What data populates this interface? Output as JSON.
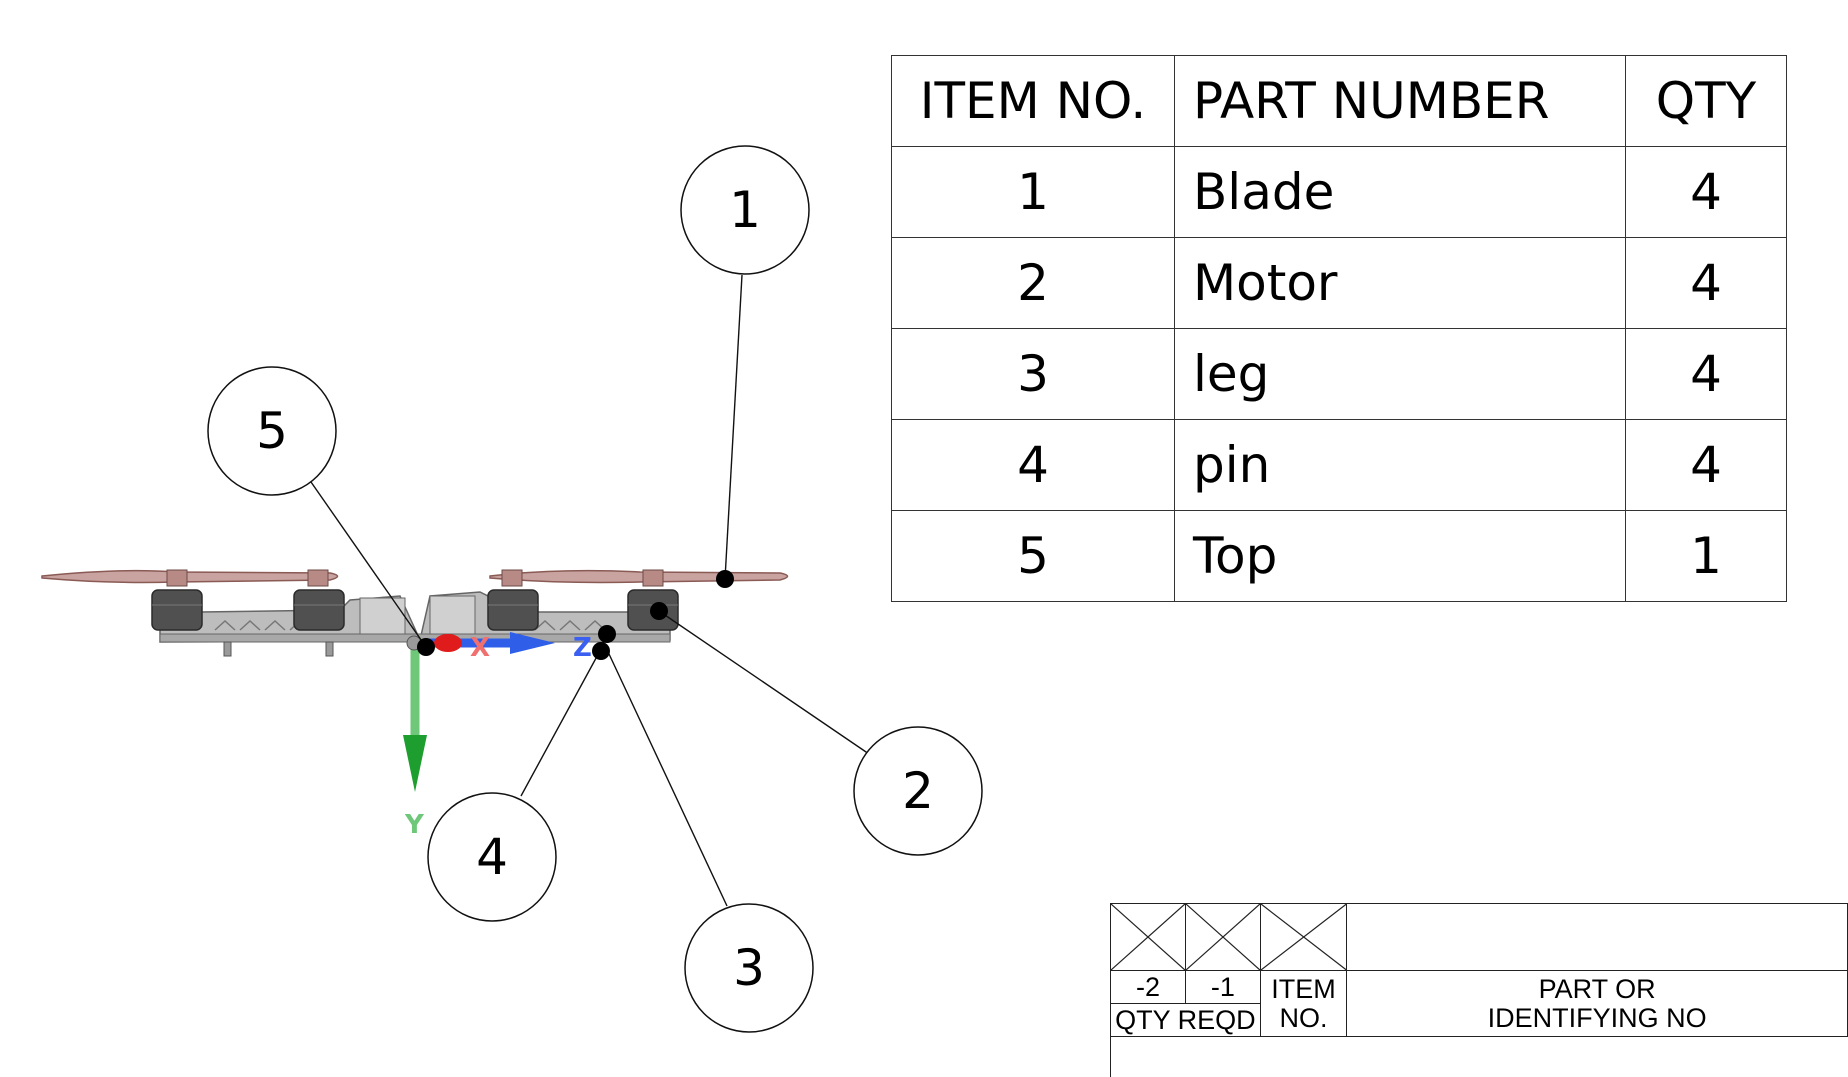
{
  "bom": {
    "headers": {
      "item": "ITEM NO.",
      "part": "PART NUMBER",
      "qty": "QTY"
    },
    "rows": [
      {
        "item": "1",
        "part": "Blade",
        "qty": "4"
      },
      {
        "item": "2",
        "part": "Motor",
        "qty": "4"
      },
      {
        "item": "3",
        "part": "leg",
        "qty": "4"
      },
      {
        "item": "4",
        "part": "pin",
        "qty": "4"
      },
      {
        "item": "5",
        "part": "Top",
        "qty": "1"
      }
    ]
  },
  "balloons": [
    {
      "number": "1"
    },
    {
      "number": "2"
    },
    {
      "number": "3"
    },
    {
      "number": "4"
    },
    {
      "number": "5"
    }
  ],
  "axes": {
    "x": "X",
    "y": "Y",
    "z": "Z"
  },
  "colors": {
    "x_axis": "#e01b1b",
    "y_axis": "#1e9e2e",
    "z_axis": "#2f5fe8",
    "blade": "#c9a3a0",
    "motor": "#505050",
    "frame": "#bdbdbd"
  },
  "title_block": {
    "col_minus2": "-2",
    "col_minus1": "-1",
    "qty_reqd": "QTY  REQD",
    "item_no_line1": "ITEM",
    "item_no_line2": "NO.",
    "part_line1": "PART  OR",
    "part_line2": "IDENTIFYING NO"
  }
}
